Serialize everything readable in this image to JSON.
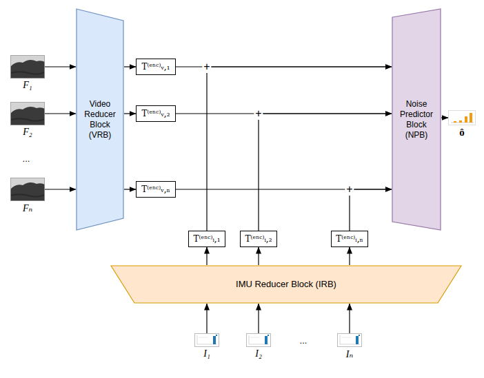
{
  "diagram": {
    "nodes": [
      {
        "text": [
          "F₁"
        ]
      },
      {
        "text": [
          "F₂"
        ]
      },
      {
        "text": [
          "Fₙ"
        ]
      },
      {
        "text": [
          "Video Reducer Block (VRB)"
        ]
      },
      {
        "text": [
          "T⁽ᵉⁿᶜ⁾ᵥ,₁"
        ]
      },
      {
        "text": [
          "T⁽ᵉⁿᶜ⁾ᵥ,₂"
        ]
      },
      {
        "text": [
          "T⁽ᵉⁿᶜ⁾ᵥ,ₙ"
        ]
      },
      {
        "text": [
          "Noise Predictor Block (NPB)"
        ]
      },
      {
        "text": [
          "ô"
        ]
      },
      {
        "text": [
          "T⁽ᵉⁿᶜ⁾ᵢ,₁"
        ]
      },
      {
        "text": [
          "T⁽ᵉⁿᶜ⁾ᵢ,₂"
        ]
      },
      {
        "text": [
          "T⁽ᵉⁿᶜ⁾ᵢ,ₙ"
        ]
      },
      {
        "text": [
          "IMU Reducer Block (IRB)"
        ]
      },
      {
        "text": [
          "I₁"
        ]
      },
      {
        "text": [
          "I₂"
        ]
      },
      {
        "text": [
          "Iₙ"
        ]
      }
    ],
    "edges": [
      {
        "from": 0,
        "to": 3,
        "arrow": "to"
      },
      {
        "from": 1,
        "to": 3,
        "arrow": "to"
      },
      {
        "from": 2,
        "to": 3,
        "arrow": "to"
      },
      {
        "from": 3,
        "to": 4,
        "arrow": "to"
      },
      {
        "from": 3,
        "to": 5,
        "arrow": "to"
      },
      {
        "from": 3,
        "to": 6,
        "arrow": "to"
      },
      {
        "from": 4,
        "to": 7,
        "arrow": "to"
      },
      {
        "from": 5,
        "to": 7,
        "arrow": "to"
      },
      {
        "from": 6,
        "to": 7,
        "arrow": "to"
      },
      {
        "from": 9,
        "to": 7,
        "arrow": "to"
      },
      {
        "from": 10,
        "to": 7,
        "arrow": "to"
      },
      {
        "from": 11,
        "to": 7,
        "arrow": "to"
      },
      {
        "from": 7,
        "to": 8,
        "arrow": "to"
      },
      {
        "from": 12,
        "to": 9,
        "arrow": "to"
      },
      {
        "from": 12,
        "to": 10,
        "arrow": "to"
      },
      {
        "from": 12,
        "to": 11,
        "arrow": "to"
      },
      {
        "from": 13,
        "to": 12,
        "arrow": "to"
      },
      {
        "from": 14,
        "to": 12,
        "arrow": "to"
      },
      {
        "from": 15,
        "to": 12,
        "arrow": "to"
      }
    ],
    "labels": [
      "+",
      "+",
      "...",
      "+",
      "..."
    ]
  }
}
